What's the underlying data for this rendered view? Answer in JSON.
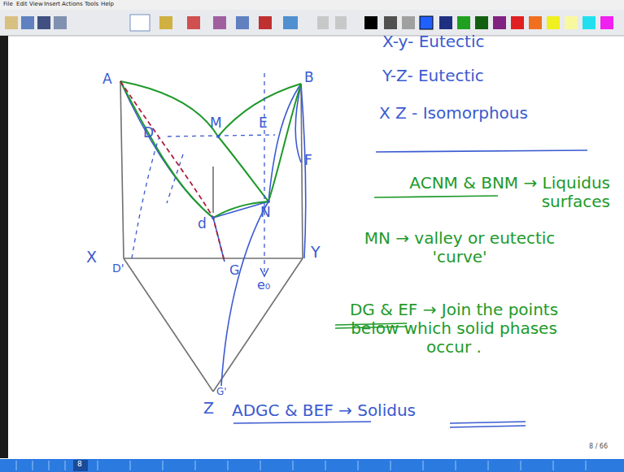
{
  "diagram": {
    "labels": [
      "File",
      "Edit",
      "View",
      "Insert",
      "Actions",
      "Tools",
      "Help",
      "A",
      "B",
      "M",
      "E",
      "D",
      "F",
      "d",
      "N",
      "X",
      "Y",
      "D'",
      "G",
      "e₀",
      "G'",
      "Z",
      "X-y- Eutectic",
      "Y-Z- Eutectic",
      "X Z - Isomorphous",
      "ACNM & BNM → Liquidus surfaces",
      "MN → valley or eutectic 'curve'",
      "DG & EF → Join the points below which solid phases occur .",
      "ADGC & BEF → Solidus",
      "8 / 66",
      "8"
    ]
  }
}
